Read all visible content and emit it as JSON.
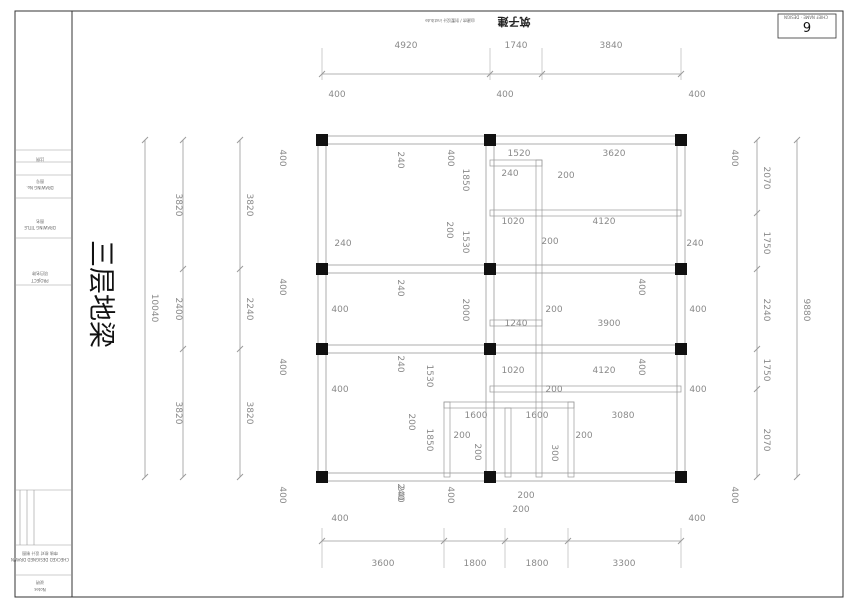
{
  "drawing": {
    "title": "三层地梁",
    "sheet_number": "6",
    "header_title": "筑子建",
    "header_subtitle": "自建房 / 别墅设计 institute",
    "header_box_small": "CHIEF NAME · DESIGN"
  },
  "title_block": {
    "project_cn": "项目名称",
    "project_en": "PROJECT",
    "drawing_title_cn": "图名",
    "drawing_title_en": "DRAWING TITLE",
    "drawing_no_cn": "图号",
    "drawing_no_en": "DRAWING No.",
    "scale_cn": "比例",
    "signatures_cn": "审核 校对 设计 制图",
    "signatures_en": "CHECKED  DESIGNED  DRAWN",
    "notes_cn": "说明",
    "notes_en": "Notes"
  },
  "dimensions": {
    "top": [
      "4920",
      "1740",
      "3840"
    ],
    "bottom": [
      "3600",
      "1800",
      "1800",
      "3300"
    ],
    "left_total": "10040",
    "left_spans": [
      "3820",
      "2400",
      "3820"
    ],
    "left_inner": [
      "3820",
      "2240",
      "3820"
    ],
    "right_total": "9880",
    "right_spans": [
      "2070",
      "1750",
      "2240",
      "1750",
      "2070"
    ]
  },
  "labels": {
    "c400": "400",
    "b240": "240",
    "b200": "200",
    "s1520": "1520",
    "s3620": "3620",
    "s1850": "1850",
    "s1020": "1020",
    "s4120": "4120",
    "s1530": "1530",
    "s2000": "2000",
    "s1240": "1240",
    "s3900": "3900",
    "s1600": "1600",
    "s3080": "3080",
    "s300": "300",
    "s240b": "240"
  }
}
